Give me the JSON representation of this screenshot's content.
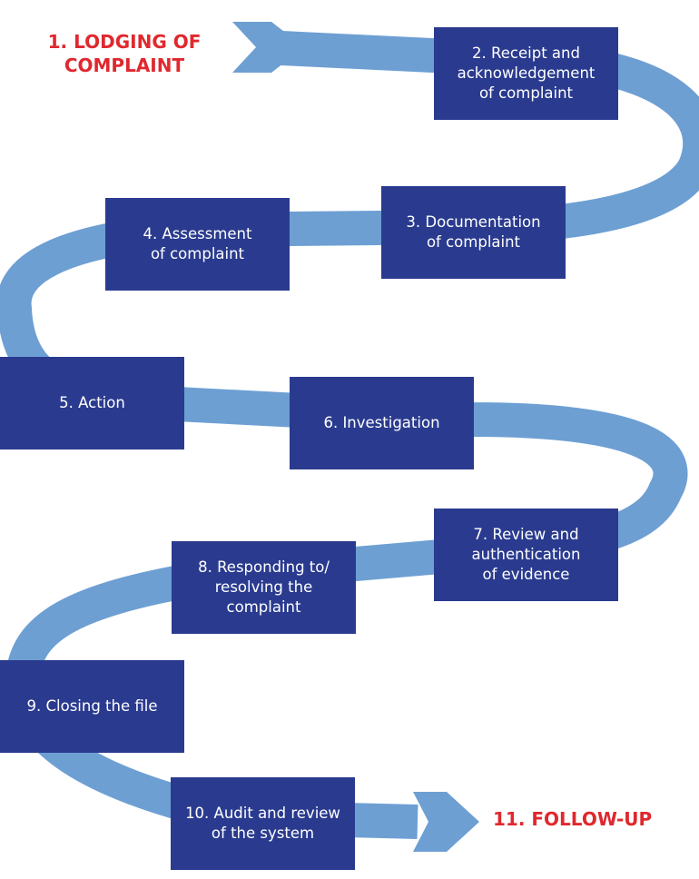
{
  "colors": {
    "path": "#6d9fd3",
    "box": "#2a3b8f",
    "box_text": "#ffffff",
    "endpoint_text": "#e0282e"
  },
  "start_label": "1. LODGING OF\nCOMPLAINT",
  "end_label": "11. FOLLOW-UP",
  "steps": [
    {
      "label": "2. Receipt and\nacknowledgement\nof complaint"
    },
    {
      "label": "3. Documentation\nof complaint"
    },
    {
      "label": "4. Assessment\nof complaint"
    },
    {
      "label": "5. Action"
    },
    {
      "label": "6. Investigation"
    },
    {
      "label": "7. Review and\nauthentication\nof evidence"
    },
    {
      "label": "8. Responding to/\nresolving the\ncomplaint"
    },
    {
      "label": "9. Closing the file"
    },
    {
      "label": "10. Audit and review\nof the system"
    }
  ]
}
